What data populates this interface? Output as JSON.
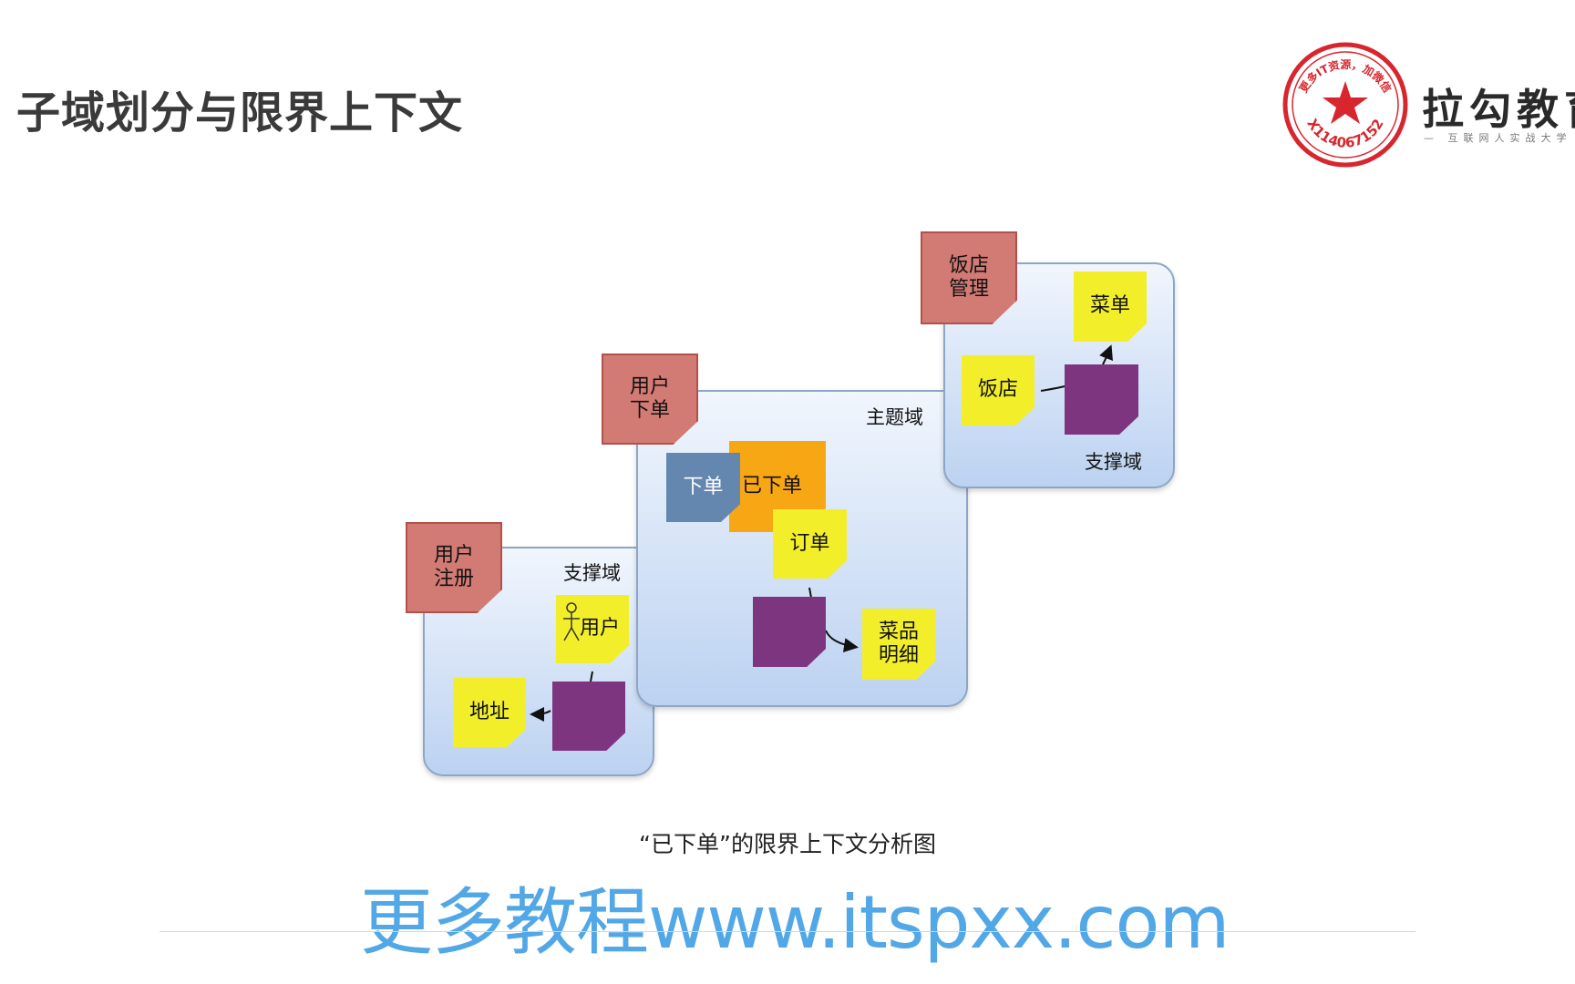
{
  "slide": {
    "title": "子域划分与限界上下文",
    "caption": "“已下单”的限界上下文分析图",
    "watermark": "更多教程www.itspxx.com"
  },
  "brand": {
    "name": "拉勾教育",
    "tagline": "— 互联网人实战大学",
    "seal_text": "更多IT资源，加微信",
    "seal_id": "X114067152",
    "seal_color": "#d8262e"
  },
  "diagram": {
    "left_domain": {
      "label": "支撑域",
      "context_label": "用户\n注册",
      "notes": {
        "user": "用户",
        "address": "地址"
      }
    },
    "center_domain": {
      "label": "主题域",
      "context_label": "用户\n下单",
      "notes": {
        "command": "下单",
        "event": "已下单",
        "order": "订单",
        "detail": "菜品\n明细"
      }
    },
    "right_domain": {
      "label": "支撑域",
      "context_label": "饭店\n管理",
      "notes": {
        "restaurant": "饭店",
        "menu": "菜单"
      }
    }
  },
  "colors": {
    "yellow_note": "#f2ef2a",
    "pink_note": "#d27a74",
    "purple_note": "#7d357f",
    "orange_note": "#f7a614",
    "blue_note": "#6487b0",
    "domain_fill": "#bcd2f1",
    "watermark": "#52a7e6"
  }
}
